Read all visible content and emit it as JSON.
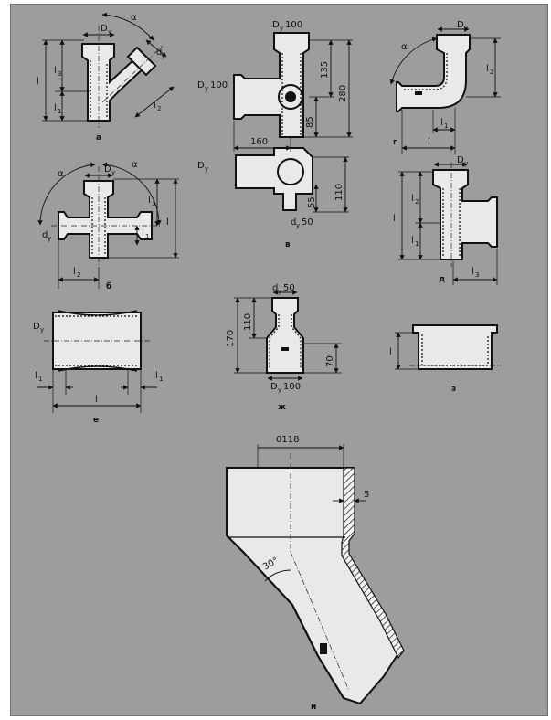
{
  "labels": {
    "dy": "D",
    "dy_sub": "y",
    "alpha": "α",
    "l": "l",
    "l1": "l",
    "l1_sub": "1",
    "l2": "l",
    "l2_sub": "2",
    "l3": "l",
    "l3_sub": "3",
    "dy_small": "d",
    "d100": "100",
    "d50": "50"
  },
  "dimensions": {
    "v_top_dy": "100",
    "v_left_dy": "100",
    "v_h135": "135",
    "v_h280": "280",
    "v_h85": "85",
    "v_w160": "160",
    "v_h55": "55",
    "v_h110": "110",
    "v_dy50": "50",
    "zh_top": "50",
    "zh_h110": "110",
    "zh_h170": "170",
    "zh_h70": "70",
    "zh_bottom": "100",
    "i_w118": "0118",
    "i_wall": "5",
    "i_angle": "30°"
  },
  "captions": {
    "a": "а",
    "b": "б",
    "v": "в",
    "g": "г",
    "d": "д",
    "e": "е",
    "zh": "ж",
    "z": "з",
    "i": "и"
  }
}
